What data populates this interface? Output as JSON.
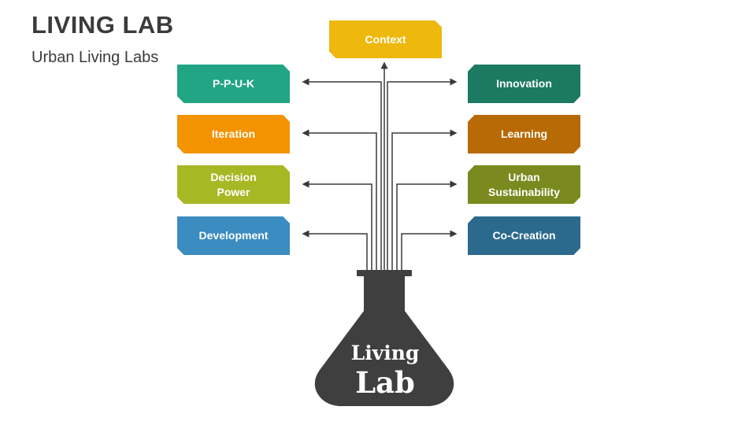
{
  "header": {
    "title": "LIVING LAB",
    "subtitle": "Urban Living Labs"
  },
  "top_box": {
    "label": "Context",
    "color": "#eeb80c"
  },
  "left_boxes": [
    {
      "label": "P-P-U-K",
      "color": "#21a585"
    },
    {
      "label": "Iteration",
      "color": "#f39300"
    },
    {
      "label": "Decision\nPower",
      "color": "#a8b824"
    },
    {
      "label": "Development",
      "color": "#3b8cc0"
    }
  ],
  "right_boxes": [
    {
      "label": "Innovation",
      "color": "#1c7a62"
    },
    {
      "label": "Learning",
      "color": "#b86a06"
    },
    {
      "label": "Urban\nSustainability",
      "color": "#7a8a1e"
    },
    {
      "label": "Co-Creation",
      "color": "#2b6a8c"
    }
  ],
  "flask": {
    "line1": "Living",
    "line2": "Lab",
    "color": "#3f3f3f"
  }
}
